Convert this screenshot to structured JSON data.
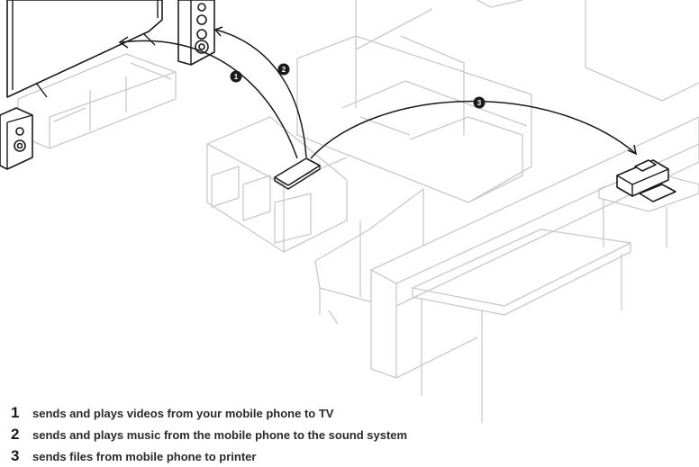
{
  "badges": {
    "b1": "1",
    "b2": "2",
    "b3": "3"
  },
  "legend": [
    {
      "num": "1",
      "text": "sends and plays videos from your mobile phone to TV"
    },
    {
      "num": "2",
      "text": "sends and plays music from the mobile phone to the sound system"
    },
    {
      "num": "3",
      "text": "sends files from mobile phone to printer"
    }
  ],
  "colors": {
    "device_stroke": "#1a1a1a",
    "furniture_stroke": "#c9c9c9",
    "background": "#ffffff"
  }
}
